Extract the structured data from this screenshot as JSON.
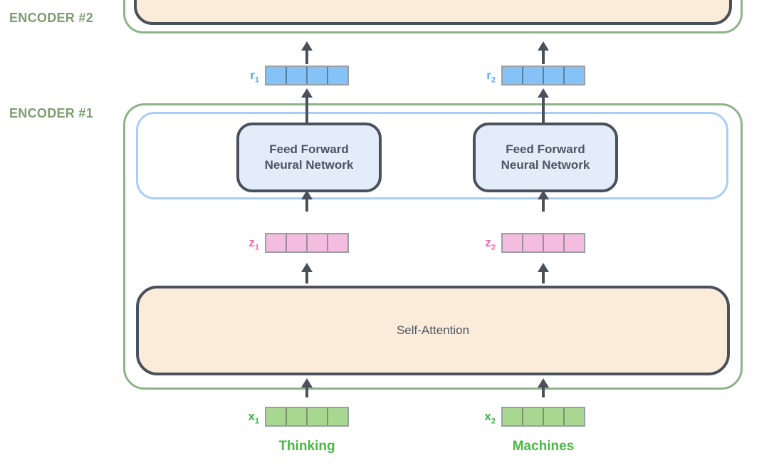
{
  "colors": {
    "encoder_border": "#8CB487",
    "encoder_label": "#7E9D71",
    "dark_border": "#4A505C",
    "attention_fill": "#FBECDA",
    "ffnn_fill": "#E3EDFA",
    "inner_box_border": "#A8CEF7",
    "vec_outline": "#97A0A8",
    "r_fill": "#85C2F6",
    "r_divider": "#5B7FA0",
    "r_label": "#55ACF0",
    "z_fill": "#F4BCDE",
    "z_divider": "#9B8F98",
    "z_label": "#F16BAE",
    "x_fill": "#A8D88F",
    "x_divider": "#7E9077",
    "x_label": "#3DB54A",
    "word_text": "#4BB845",
    "block_text": "#4D5561",
    "arrow": "#4A505C"
  },
  "encoders": [
    {
      "label": "ENCODER #1"
    },
    {
      "label": "ENCODER #2"
    }
  ],
  "blocks": {
    "self_attention_label": "Self-Attention",
    "ffnn_label_line1": "Feed Forward",
    "ffnn_label_line2": "Neural Network"
  },
  "tokens": [
    {
      "word": "Thinking",
      "sub": "1",
      "x_label": "x",
      "z_label": "z",
      "r_label": "r"
    },
    {
      "word": "Machines",
      "sub": "2",
      "x_label": "x",
      "z_label": "z",
      "r_label": "r"
    }
  ],
  "vector_cells_per_row": 4
}
